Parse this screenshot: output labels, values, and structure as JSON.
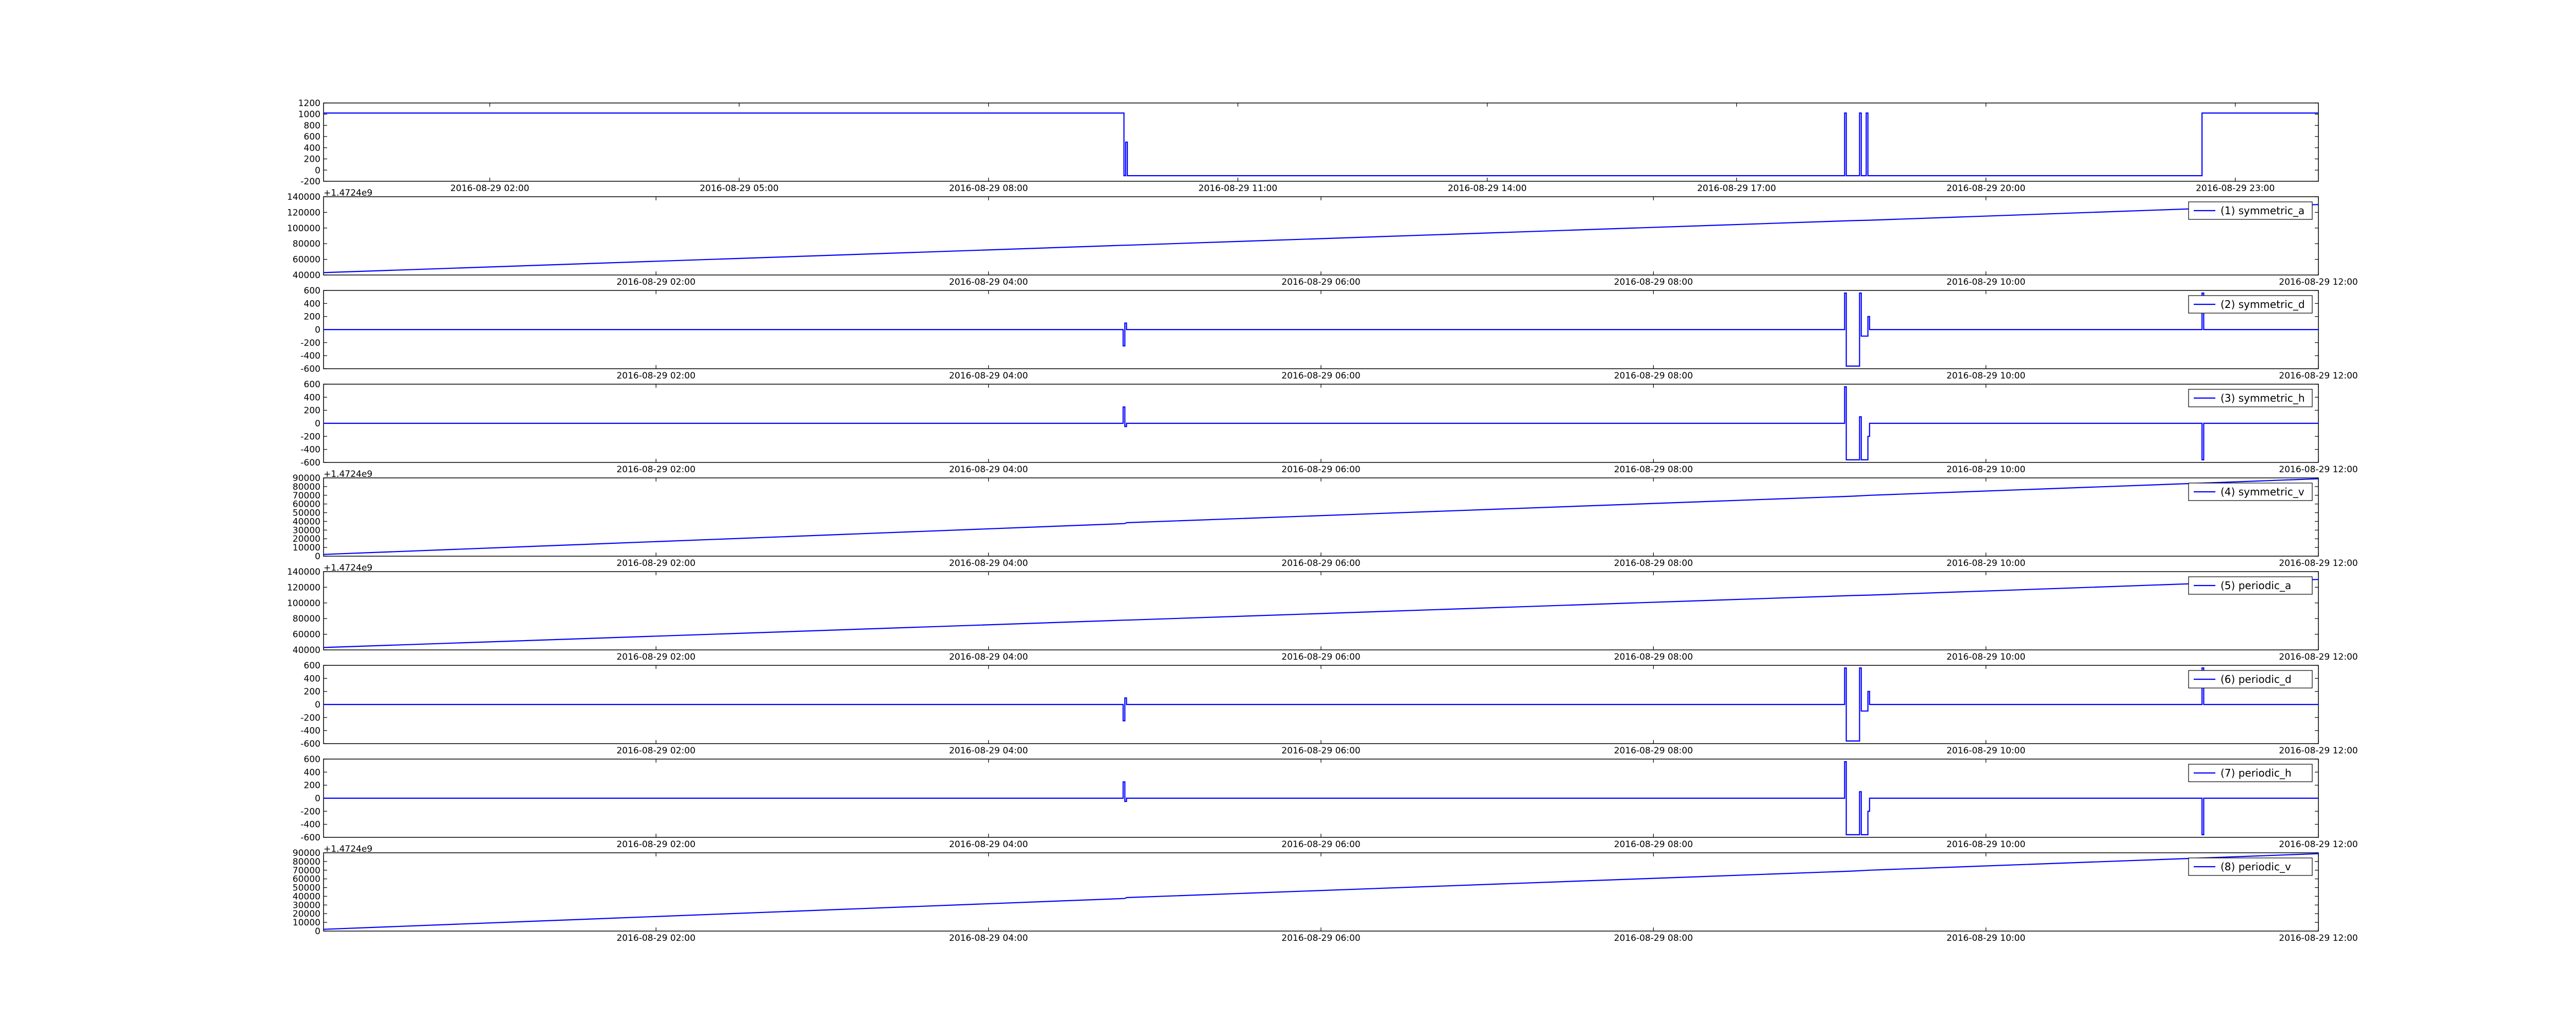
{
  "chart_data": [
    {
      "type": "line",
      "ylim": [
        -200,
        1200
      ],
      "yticks": [
        -200,
        0,
        200,
        400,
        600,
        800,
        1000,
        1200
      ],
      "xlim": [
        0,
        24
      ],
      "xticks": [
        {
          "x": 2,
          "label": "2016-08-29 02:00"
        },
        {
          "x": 5,
          "label": "2016-08-29 05:00"
        },
        {
          "x": 8,
          "label": "2016-08-29 08:00"
        },
        {
          "x": 11,
          "label": "2016-08-29 11:00"
        },
        {
          "x": 14,
          "label": "2016-08-29 14:00"
        },
        {
          "x": 17,
          "label": "2016-08-29 17:00"
        },
        {
          "x": 20,
          "label": "2016-08-29 20:00"
        },
        {
          "x": 23,
          "label": "2016-08-29 23:00"
        }
      ],
      "color": "#0000ff",
      "series": [
        {
          "x": [
            0,
            9.63,
            9.63,
            9.65,
            9.65,
            9.67,
            9.67,
            9.69,
            9.69,
            18.3,
            18.3,
            18.32,
            18.32,
            18.48,
            18.48,
            18.5,
            18.5,
            18.56,
            18.56,
            18.58,
            18.58,
            22.6,
            22.6,
            24
          ],
          "values": [
            1020,
            1020,
            -100,
            -100,
            500,
            500,
            -100,
            -100,
            -100,
            -100,
            1020,
            1020,
            -100,
            -100,
            1020,
            1020,
            -100,
            -100,
            1020,
            1020,
            -100,
            -100,
            1020,
            1020
          ]
        }
      ]
    },
    {
      "type": "line",
      "offset_label": "+1.4724e9",
      "ylim": [
        40000,
        140000
      ],
      "yticks": [
        40000,
        60000,
        80000,
        100000,
        120000,
        140000
      ],
      "xlim": [
        0,
        12
      ],
      "xticks": [
        {
          "x": 2,
          "label": "2016-08-29 02:00"
        },
        {
          "x": 4,
          "label": "2016-08-29 04:00"
        },
        {
          "x": 6,
          "label": "2016-08-29 06:00"
        },
        {
          "x": 8,
          "label": "2016-08-29 08:00"
        },
        {
          "x": 10,
          "label": "2016-08-29 10:00"
        },
        {
          "x": 12,
          "label": "2016-08-29 12:00"
        }
      ],
      "color": "#0000ff",
      "legend": "(1) symmetric_a",
      "series": [
        {
          "x": [
            0,
            4.82,
            4.83,
            9.2,
            9.3,
            11.3,
            12
          ],
          "values": [
            43000,
            78000,
            78000,
            109500,
            110000,
            125000,
            130000
          ]
        }
      ]
    },
    {
      "type": "line",
      "ylim": [
        -600,
        600
      ],
      "yticks": [
        -600,
        -400,
        -200,
        0,
        200,
        400,
        600
      ],
      "xlim": [
        0,
        12
      ],
      "xticks": [
        {
          "x": 2,
          "label": "2016-08-29 02:00"
        },
        {
          "x": 4,
          "label": "2016-08-29 04:00"
        },
        {
          "x": 6,
          "label": "2016-08-29 06:00"
        },
        {
          "x": 8,
          "label": "2016-08-29 08:00"
        },
        {
          "x": 10,
          "label": "2016-08-29 10:00"
        },
        {
          "x": 12,
          "label": "2016-08-29 12:00"
        }
      ],
      "color": "#0000ff",
      "legend": "(2) symmetric_d",
      "series": [
        {
          "x": [
            0,
            4.81,
            4.81,
            4.82,
            4.82,
            4.83,
            4.83,
            9.15,
            9.15,
            9.16,
            9.16,
            9.24,
            9.24,
            9.25,
            9.25,
            9.29,
            9.29,
            9.3,
            9.3,
            11.3,
            11.3,
            11.31,
            11.31,
            12
          ],
          "values": [
            0,
            0,
            -250,
            -250,
            100,
            100,
            0,
            0,
            560,
            560,
            -560,
            -560,
            560,
            560,
            -100,
            -100,
            200,
            200,
            0,
            0,
            560,
            560,
            0,
            0
          ]
        }
      ]
    },
    {
      "type": "line",
      "ylim": [
        -600,
        600
      ],
      "yticks": [
        -600,
        -400,
        -200,
        0,
        200,
        400,
        600
      ],
      "xlim": [
        0,
        12
      ],
      "xticks": [
        {
          "x": 2,
          "label": "2016-08-29 02:00"
        },
        {
          "x": 4,
          "label": "2016-08-29 04:00"
        },
        {
          "x": 6,
          "label": "2016-08-29 06:00"
        },
        {
          "x": 8,
          "label": "2016-08-29 08:00"
        },
        {
          "x": 10,
          "label": "2016-08-29 10:00"
        },
        {
          "x": 12,
          "label": "2016-08-29 12:00"
        }
      ],
      "color": "#0000ff",
      "legend": "(3) symmetric_h",
      "series": [
        {
          "x": [
            0,
            4.81,
            4.81,
            4.82,
            4.82,
            4.83,
            4.83,
            9.15,
            9.15,
            9.16,
            9.16,
            9.24,
            9.24,
            9.25,
            9.25,
            9.29,
            9.29,
            9.3,
            9.3,
            11.3,
            11.3,
            11.31,
            11.31,
            12
          ],
          "values": [
            0,
            0,
            250,
            250,
            -50,
            -50,
            0,
            0,
            560,
            560,
            -560,
            -560,
            100,
            100,
            -560,
            -560,
            -200,
            -200,
            0,
            0,
            -560,
            -560,
            0,
            0
          ]
        }
      ]
    },
    {
      "type": "line",
      "offset_label": "+1.4724e9",
      "ylim": [
        0,
        90000
      ],
      "yticks": [
        0,
        10000,
        20000,
        30000,
        40000,
        50000,
        60000,
        70000,
        80000,
        90000
      ],
      "xlim": [
        0,
        12
      ],
      "xticks": [
        {
          "x": 2,
          "label": "2016-08-29 02:00"
        },
        {
          "x": 4,
          "label": "2016-08-29 04:00"
        },
        {
          "x": 6,
          "label": "2016-08-29 06:00"
        },
        {
          "x": 8,
          "label": "2016-08-29 08:00"
        },
        {
          "x": 10,
          "label": "2016-08-29 10:00"
        },
        {
          "x": 12,
          "label": "2016-08-29 12:00"
        }
      ],
      "color": "#0000ff",
      "legend": "(4) symmetric_v",
      "series": [
        {
          "x": [
            0,
            4.82,
            4.83,
            9.2,
            9.3,
            11.3,
            12
          ],
          "values": [
            2000,
            37500,
            38500,
            69000,
            70000,
            84000,
            89000
          ]
        }
      ]
    },
    {
      "type": "line",
      "offset_label": "+1.4724e9",
      "ylim": [
        40000,
        140000
      ],
      "yticks": [
        40000,
        60000,
        80000,
        100000,
        120000,
        140000
      ],
      "xlim": [
        0,
        12
      ],
      "xticks": [
        {
          "x": 2,
          "label": "2016-08-29 02:00"
        },
        {
          "x": 4,
          "label": "2016-08-29 04:00"
        },
        {
          "x": 6,
          "label": "2016-08-29 06:00"
        },
        {
          "x": 8,
          "label": "2016-08-29 08:00"
        },
        {
          "x": 10,
          "label": "2016-08-29 10:00"
        },
        {
          "x": 12,
          "label": "2016-08-29 12:00"
        }
      ],
      "color": "#0000ff",
      "legend": "(5) periodic_a",
      "series": [
        {
          "x": [
            0,
            4.82,
            4.83,
            9.2,
            9.3,
            11.3,
            12
          ],
          "values": [
            43000,
            78000,
            78000,
            109500,
            110000,
            125000,
            130000
          ]
        }
      ]
    },
    {
      "type": "line",
      "ylim": [
        -600,
        600
      ],
      "yticks": [
        -600,
        -400,
        -200,
        0,
        200,
        400,
        600
      ],
      "xlim": [
        0,
        12
      ],
      "xticks": [
        {
          "x": 2,
          "label": "2016-08-29 02:00"
        },
        {
          "x": 4,
          "label": "2016-08-29 04:00"
        },
        {
          "x": 6,
          "label": "2016-08-29 06:00"
        },
        {
          "x": 8,
          "label": "2016-08-29 08:00"
        },
        {
          "x": 10,
          "label": "2016-08-29 10:00"
        },
        {
          "x": 12,
          "label": "2016-08-29 12:00"
        }
      ],
      "color": "#0000ff",
      "legend": "(6) periodic_d",
      "series": [
        {
          "x": [
            0,
            4.81,
            4.81,
            4.82,
            4.82,
            4.83,
            4.83,
            9.15,
            9.15,
            9.16,
            9.16,
            9.24,
            9.24,
            9.25,
            9.25,
            9.29,
            9.29,
            9.3,
            9.3,
            11.3,
            11.3,
            11.31,
            11.31,
            12
          ],
          "values": [
            0,
            0,
            -250,
            -250,
            100,
            100,
            0,
            0,
            560,
            560,
            -560,
            -560,
            560,
            560,
            -100,
            -100,
            200,
            200,
            0,
            0,
            560,
            560,
            0,
            0
          ]
        }
      ]
    },
    {
      "type": "line",
      "ylim": [
        -600,
        600
      ],
      "yticks": [
        -600,
        -400,
        -200,
        0,
        200,
        400,
        600
      ],
      "xlim": [
        0,
        12
      ],
      "xticks": [
        {
          "x": 2,
          "label": "2016-08-29 02:00"
        },
        {
          "x": 4,
          "label": "2016-08-29 04:00"
        },
        {
          "x": 6,
          "label": "2016-08-29 06:00"
        },
        {
          "x": 8,
          "label": "2016-08-29 08:00"
        },
        {
          "x": 10,
          "label": "2016-08-29 10:00"
        },
        {
          "x": 12,
          "label": "2016-08-29 12:00"
        }
      ],
      "color": "#0000ff",
      "legend": "(7) periodic_h",
      "series": [
        {
          "x": [
            0,
            4.81,
            4.81,
            4.82,
            4.82,
            4.83,
            4.83,
            9.15,
            9.15,
            9.16,
            9.16,
            9.24,
            9.24,
            9.25,
            9.25,
            9.29,
            9.29,
            9.3,
            9.3,
            11.3,
            11.3,
            11.31,
            11.31,
            12
          ],
          "values": [
            0,
            0,
            250,
            250,
            -50,
            -50,
            0,
            0,
            560,
            560,
            -560,
            -560,
            100,
            100,
            -560,
            -560,
            -200,
            -200,
            0,
            0,
            -560,
            -560,
            0,
            0
          ]
        }
      ]
    },
    {
      "type": "line",
      "offset_label": "+1.4724e9",
      "ylim": [
        0,
        90000
      ],
      "yticks": [
        0,
        10000,
        20000,
        30000,
        40000,
        50000,
        60000,
        70000,
        80000,
        90000
      ],
      "xlim": [
        0,
        12
      ],
      "xticks": [
        {
          "x": 2,
          "label": "2016-08-29 02:00"
        },
        {
          "x": 4,
          "label": "2016-08-29 04:00"
        },
        {
          "x": 6,
          "label": "2016-08-29 06:00"
        },
        {
          "x": 8,
          "label": "2016-08-29 08:00"
        },
        {
          "x": 10,
          "label": "2016-08-29 10:00"
        },
        {
          "x": 12,
          "label": "2016-08-29 12:00"
        }
      ],
      "color": "#0000ff",
      "legend": "(8) periodic_v",
      "series": [
        {
          "x": [
            0,
            4.82,
            4.83,
            9.2,
            9.3,
            11.3,
            12
          ],
          "values": [
            2000,
            37500,
            38500,
            69000,
            70000,
            84000,
            89000
          ]
        }
      ]
    }
  ]
}
